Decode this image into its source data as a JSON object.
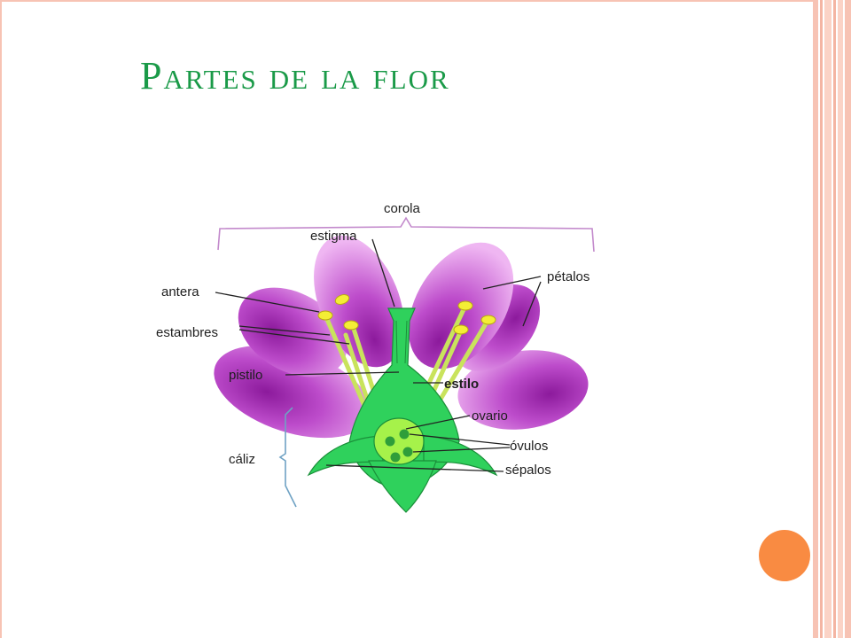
{
  "slide": {
    "title": "Partes de la flor"
  },
  "diagram": {
    "labels": {
      "corola": "corola",
      "estigma": "estigma",
      "petalos": "pétalos",
      "antera": "antera",
      "estambres": "estambres",
      "pistilo": "pistilo",
      "estilo": "estilo",
      "ovario": "ovario",
      "ovulos": "óvulos",
      "caliz": "cáliz",
      "sepalos": "sépalos"
    }
  },
  "colors": {
    "title": "#1a9a48",
    "petal_center": "#8c1a9c",
    "petal_mid": "#bd4ccb",
    "petal_edge": "#efb6f2",
    "green": "#2fd15c",
    "stamen_filament": "#c9e35c",
    "anther": "#f4ee35",
    "ovary": "#a6f24a",
    "ovule": "#2f9e3a",
    "accent_dot": "#f98b42",
    "border": "#f7c3b4"
  }
}
